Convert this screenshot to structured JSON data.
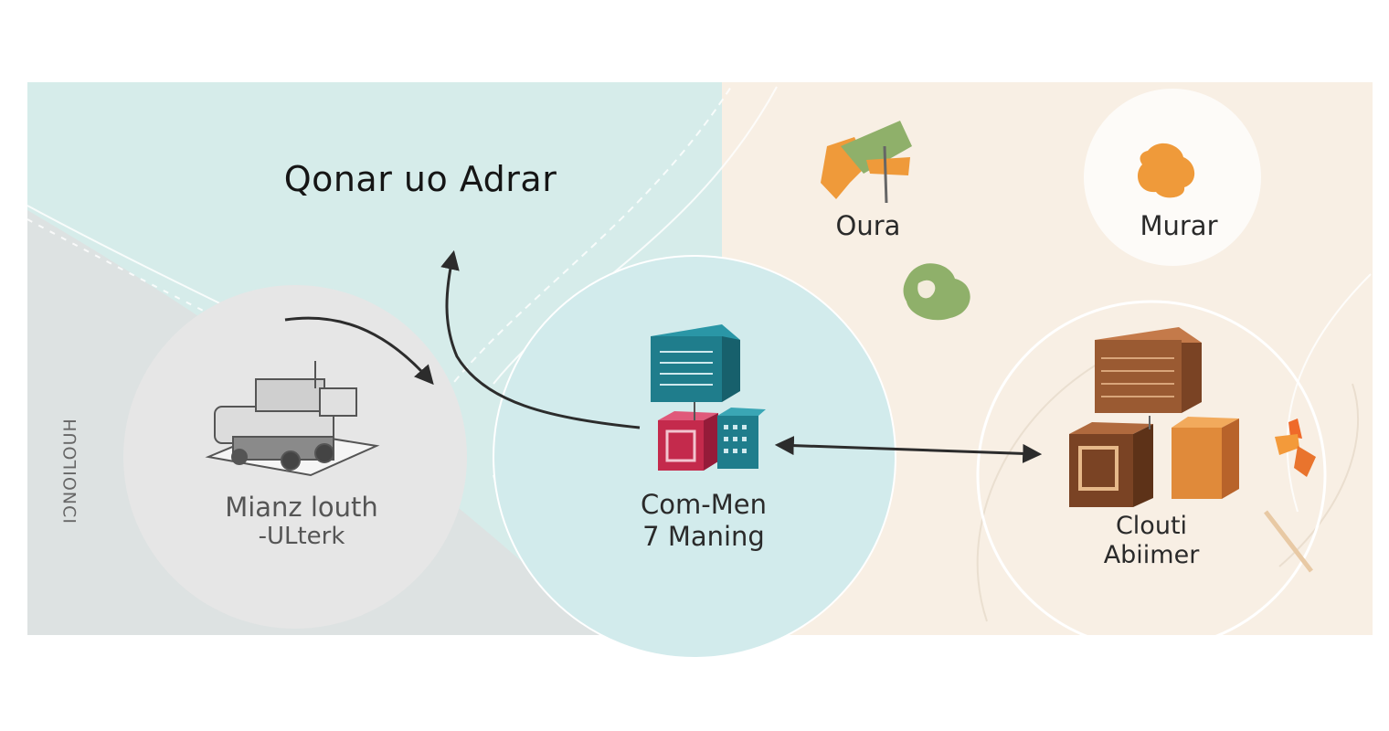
{
  "title": "Qonar uo Adrar",
  "nodes": {
    "left": {
      "line1": "Mianz louth",
      "line2": "-ULterk"
    },
    "center": {
      "line1": "Com-Men",
      "line2": "7 Maning"
    },
    "top_mid": {
      "label": "Oura"
    },
    "top_right": {
      "label": "Murar"
    },
    "right": {
      "line1": "Clouti",
      "line2": "Abiimer"
    }
  },
  "side_label": "IƆNOILOUH",
  "colors": {
    "teal_bg": "#d6ecea",
    "grey_bg": "#dde2e2",
    "beige_bg": "#f8efe4",
    "circle_grey": "#e6e6e6",
    "circle_teal": "#d2ebec",
    "teal_box": "#1f7d8c",
    "crimson_box": "#c42a4c",
    "brown_box": "#9a5a32",
    "orange_box": "#e08a3a",
    "orange_leaf": "#ef9a3a",
    "green_leaf": "#8fb06a",
    "arrow": "#2c2c2c"
  },
  "icons": [
    "industrial-machine-icon",
    "server-stack-icon",
    "leaf-cluster-icon",
    "crate-stack-icon"
  ]
}
